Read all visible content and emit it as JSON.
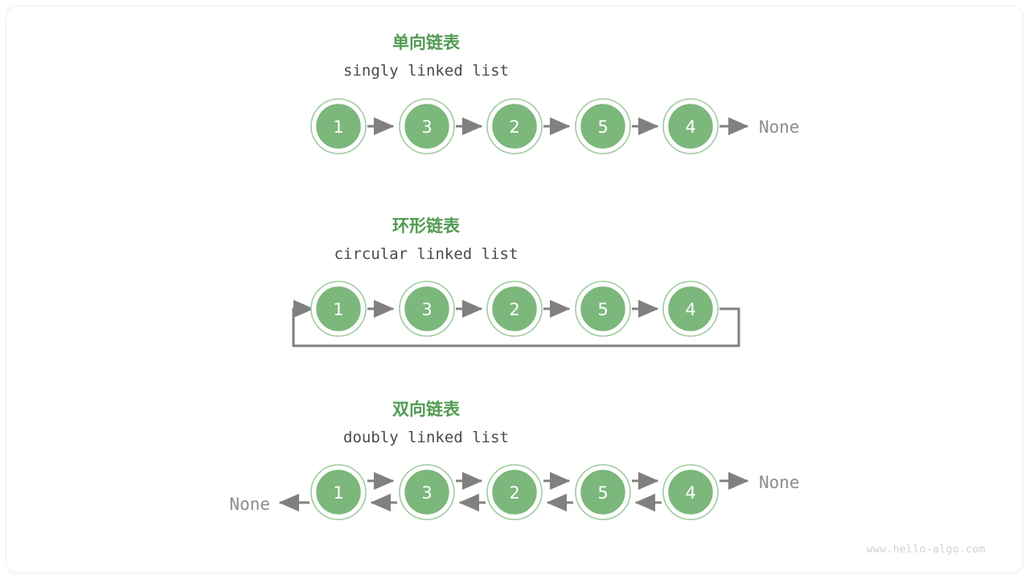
{
  "page": {
    "background_color": "#ffffff",
    "watermark": "www.hello-algo.com",
    "accent_color": "#529b52",
    "node_fill_color": "#7cb77c",
    "node_ring_color": "#9fcb9f",
    "edge_color": "#808080",
    "none_text_color": "#8c8c8c"
  },
  "sections": [
    {
      "id": "singly",
      "title_cn": "单向链表",
      "title_en": "singly linked list",
      "nodes": [
        "1",
        "3",
        "2",
        "5",
        "4"
      ],
      "terminator_right": "None",
      "terminator_left": null,
      "direction": "forward"
    },
    {
      "id": "circular",
      "title_cn": "环形链表",
      "title_en": "circular linked list",
      "nodes": [
        "1",
        "3",
        "2",
        "5",
        "4"
      ],
      "terminator_right": null,
      "terminator_left": null,
      "direction": "forward-loop"
    },
    {
      "id": "doubly",
      "title_cn": "双向链表",
      "title_en": "doubly linked list",
      "nodes": [
        "1",
        "3",
        "2",
        "5",
        "4"
      ],
      "terminator_right": "None",
      "terminator_left": "None",
      "direction": "bidirectional"
    }
  ]
}
